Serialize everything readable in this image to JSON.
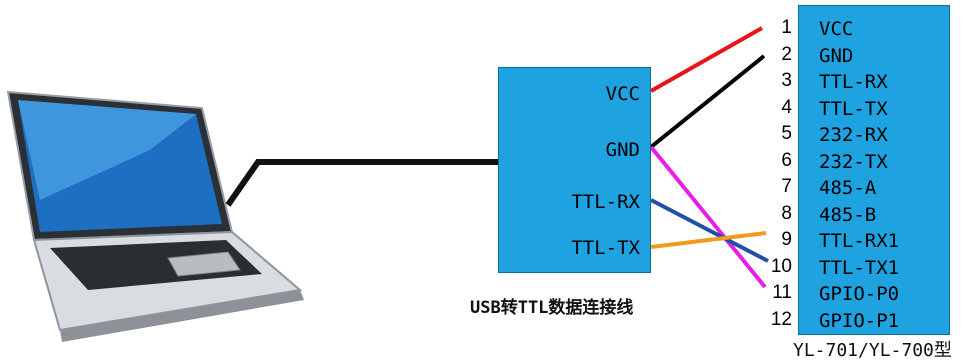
{
  "usb_adapter": {
    "pins": [
      "VCC",
      "GND",
      "TTL-RX",
      "TTL-TX"
    ],
    "caption": "USB转TTL数据连接线"
  },
  "module": {
    "pin_numbers": [
      "1",
      "2",
      "3",
      "4",
      "5",
      "6",
      "7",
      "8",
      "9",
      "10",
      "11",
      "12"
    ],
    "pins": [
      "VCC",
      "GND",
      "TTL-RX",
      "TTL-TX",
      "232-RX",
      "232-TX",
      "485-A",
      "485-B",
      "TTL-RX1",
      "TTL-TX1",
      "GPIO-P0",
      "GPIO-P1"
    ],
    "caption": "YL-701/YL-700型"
  },
  "colors": {
    "box_fill": "#1ea3e0",
    "vcc_wire": "#e8141b",
    "gnd_wire": "#000000",
    "rx_wire": "#1f4fa8",
    "tx_wire": "#f29a1a",
    "gpio_wire": "#e81ee8",
    "cable": "#111111"
  },
  "laptop": {
    "icon": "laptop-icon"
  }
}
